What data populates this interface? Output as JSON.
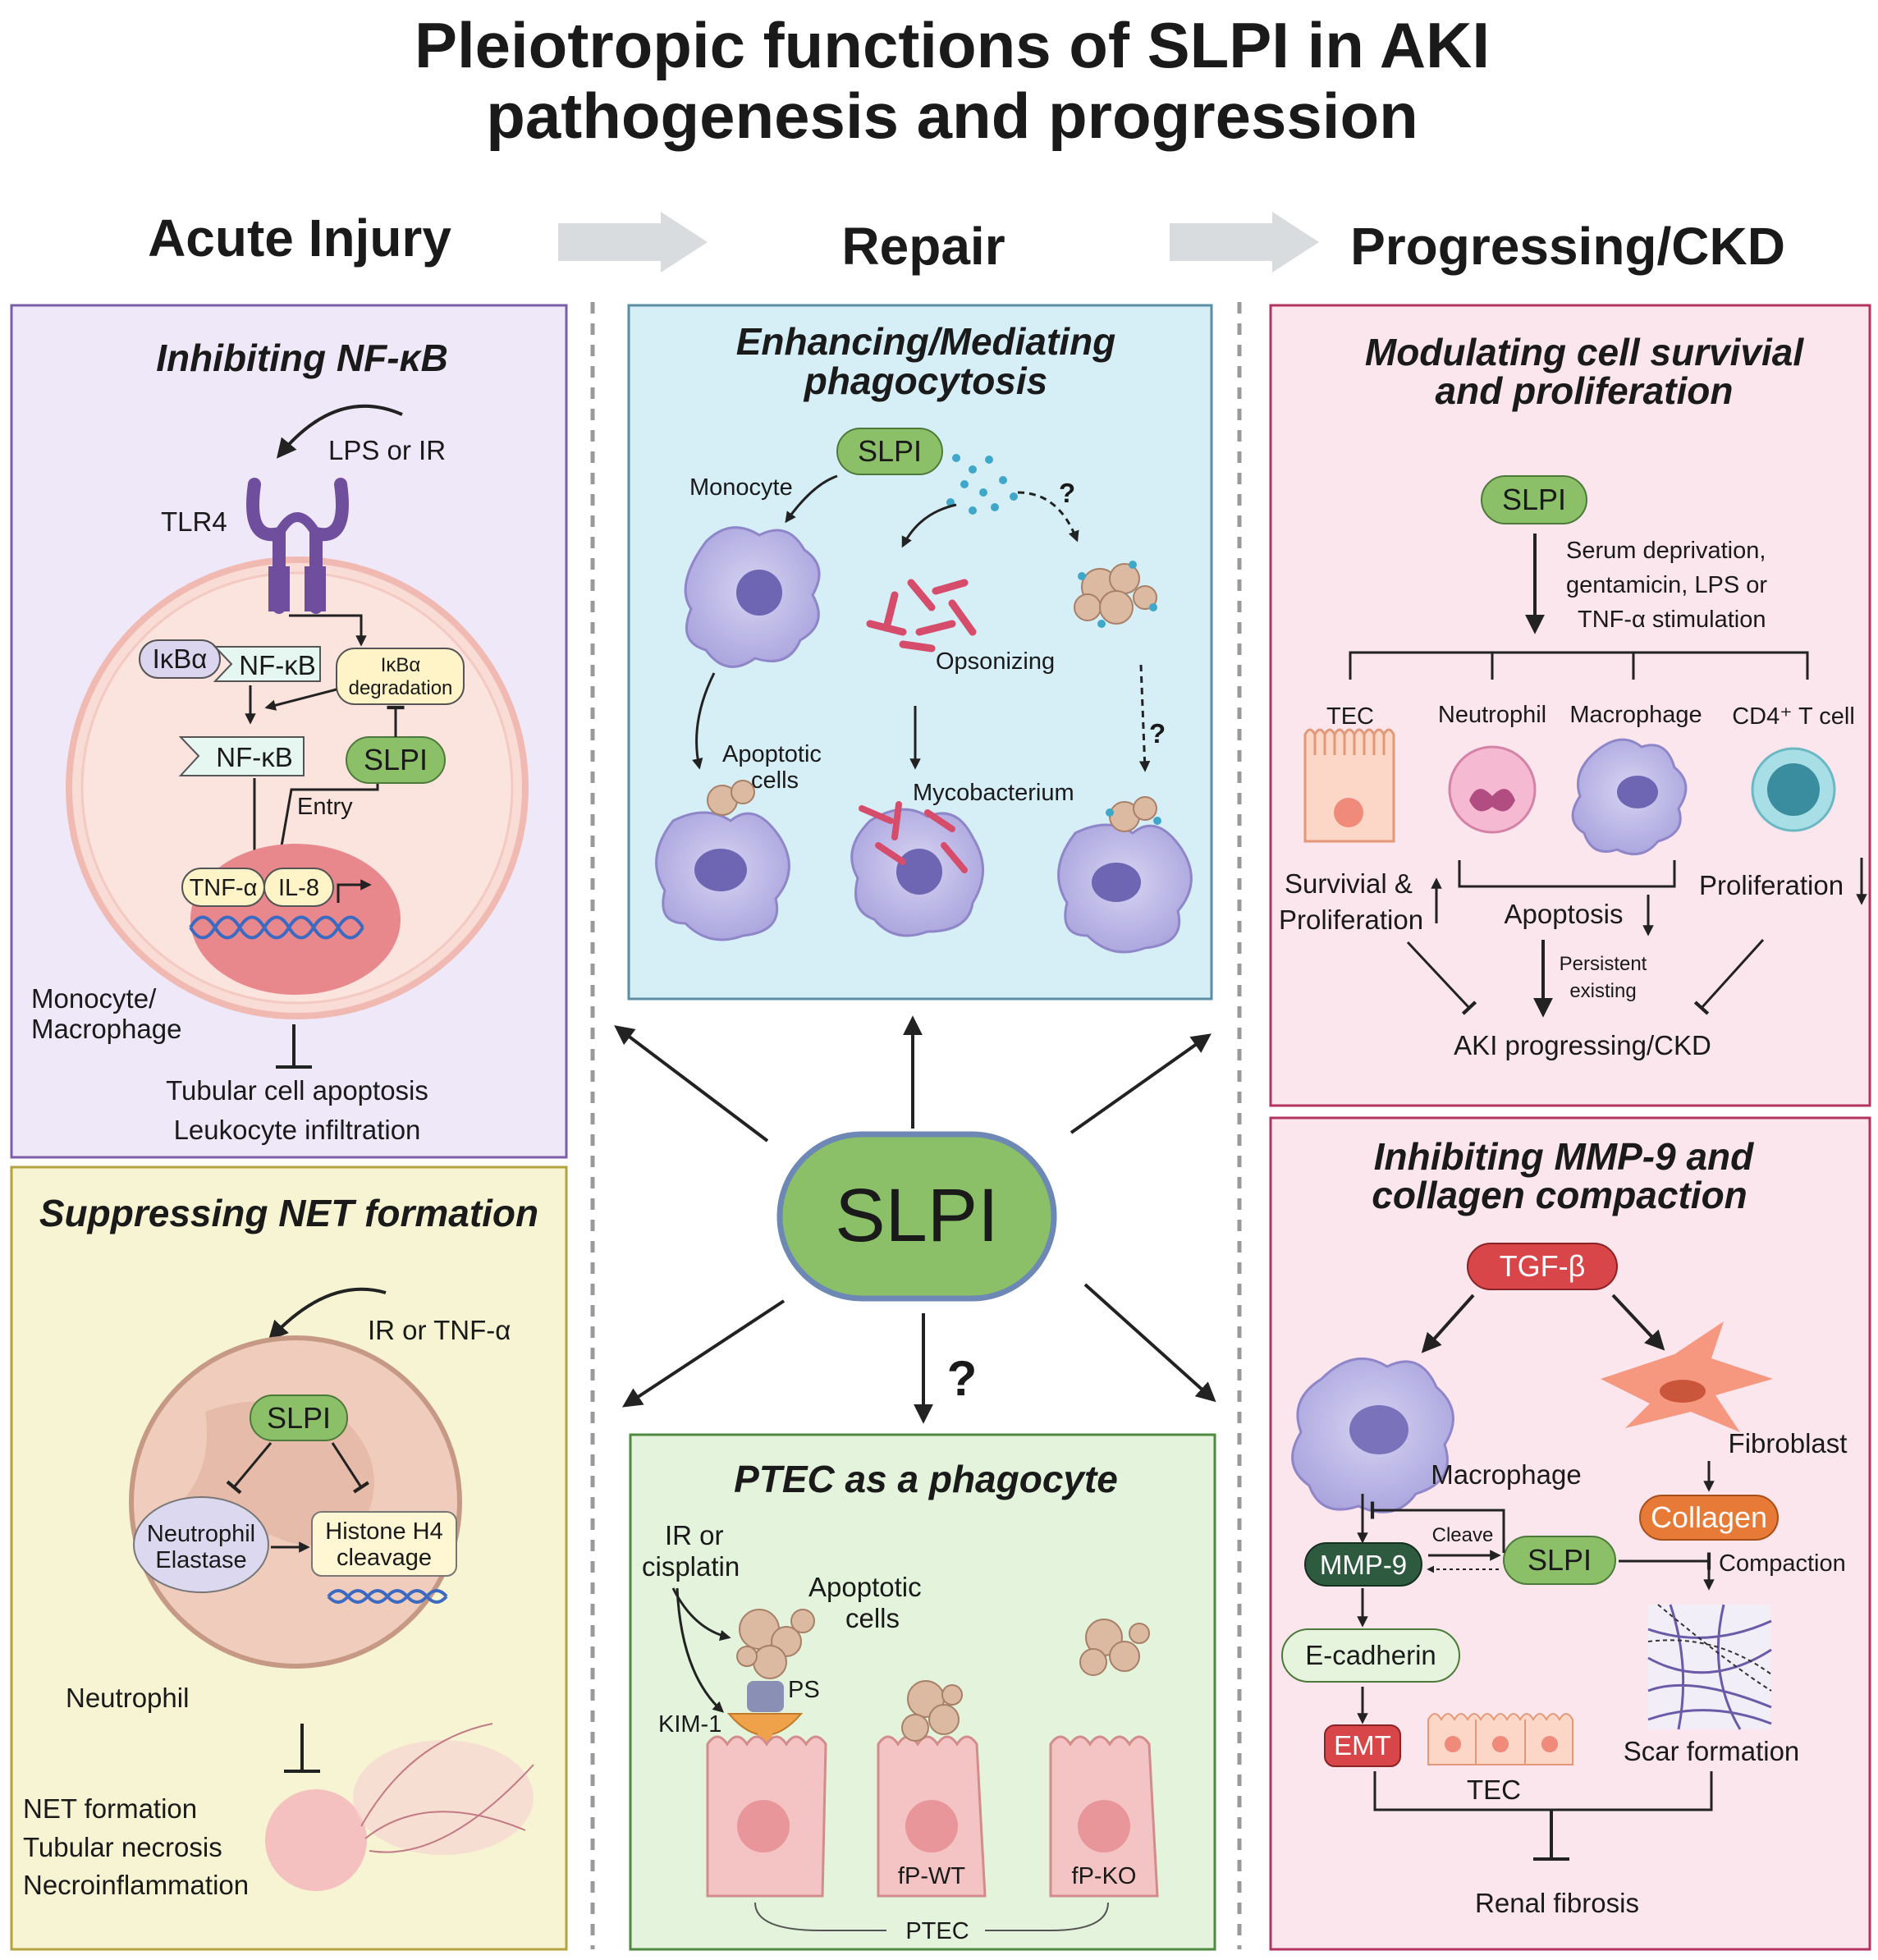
{
  "title": {
    "line1": "Pleiotropic functions of SLPI in AKI",
    "line2": "pathogenesis and progression"
  },
  "stages": {
    "acute": "Acute Injury",
    "repair": "Repair",
    "progressing": "Progressing/CKD"
  },
  "center": {
    "label": "SLPI",
    "question": "?"
  },
  "panel_nfkb": {
    "title": "Inhibiting NF-κB",
    "stimulus": "LPS or IR",
    "receptor": "TLR4",
    "ikba": "IκBα",
    "nfkb_complex": "NF-κB",
    "degradation_l1": "IκBα",
    "degradation_l2": "degradation",
    "nfkb_free": "NF-κB",
    "slpi": "SLPI",
    "entry": "Entry",
    "tnfa": "TNF-α",
    "il8": "IL-8",
    "cell_l1": "Monocyte/",
    "cell_l2": "Macrophage",
    "outcome_l1": "Tubular cell apoptosis",
    "outcome_l2": "Leukocyte infiltration"
  },
  "panel_net": {
    "title": "Suppressing NET formation",
    "stimulus": "IR or TNF-α",
    "slpi": "SLPI",
    "elastase_l1": "Neutrophil",
    "elastase_l2": "Elastase",
    "histone_l1": "Histone H4",
    "histone_l2": "cleavage",
    "cell": "Neutrophil",
    "outcome_l1": "NET formation",
    "outcome_l2": "Tubular necrosis",
    "outcome_l3": "Necroinflammation"
  },
  "panel_phago": {
    "title_l1": "Enhancing/Mediating",
    "title_l2": "phagocytosis",
    "slpi": "SLPI",
    "monocyte": "Monocyte",
    "q1": "?",
    "q2": "?",
    "opsonizing": "Opsonizing",
    "apoptotic_l1": "Apoptotic",
    "apoptotic_l2": "cells",
    "mycobacterium": "Mycobacterium"
  },
  "panel_ptec": {
    "title": "PTEC as a phagocyte",
    "stimulus_l1": "IR or",
    "stimulus_l2": "cisplatin",
    "apoptotic_l1": "Apoptotic",
    "apoptotic_l2": "cells",
    "ps": "PS",
    "kim1": "KIM-1",
    "wt": "fP-WT",
    "ko": "fP-KO",
    "ptec": "PTEC"
  },
  "panel_survival": {
    "title_l1": "Modulating cell survivial",
    "title_l2": "and  proliferation",
    "slpi": "SLPI",
    "stim_l1": "Serum deprivation,",
    "stim_l2": "gentamicin, LPS or",
    "stim_l3": "TNF-α stimulation",
    "tec": "TEC",
    "neutrophil": "Neutrophil",
    "macrophage": "Macrophage",
    "cd4": "CD4⁺ T cell",
    "survival_l1": "Survivial &",
    "survival_l2": "Proliferation",
    "apoptosis": "Apoptosis",
    "proliferation": "Proliferation",
    "persistent_l1": "Persistent",
    "persistent_l2": "existing",
    "outcome": "AKI progressing/CKD"
  },
  "panel_mmp": {
    "title_l1": "Inhibiting MMP-9 and",
    "title_l2": "collagen compaction",
    "tgfb": "TGF-β",
    "macrophage": "Macrophage",
    "fibroblast": "Fibroblast",
    "collagen": "Collagen",
    "cleave": "Cleave",
    "mmp9": "MMP-9",
    "slpi": "SLPI",
    "compaction": "Compaction",
    "ecadherin": "E-cadherin",
    "emt": "EMT",
    "tec": "TEC",
    "scar": "Scar formation",
    "outcome": "Renal fibrosis"
  },
  "colors": {
    "slpi_green": "#8cc068",
    "tgfb_red": "#d9464a",
    "collagen_orange": "#e67a36",
    "mmp9_dark_green": "#2e5a40",
    "panel_purple": "#efe8f8",
    "panel_yellow": "#f6f4d2",
    "panel_blue": "#d6eef6",
    "panel_green": "#e3f3dc",
    "panel_pink": "#fbe6ee"
  }
}
